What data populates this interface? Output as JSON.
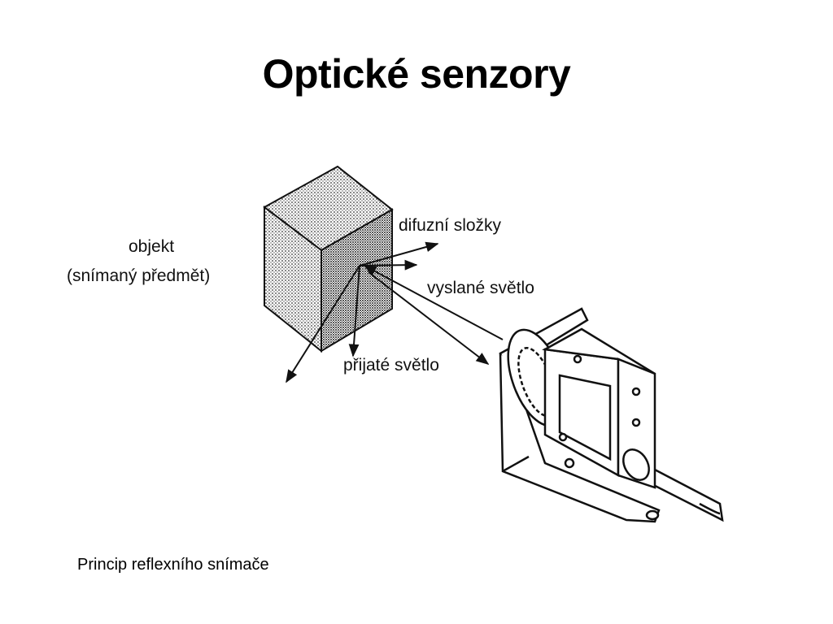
{
  "slide": {
    "title": "Optické senzory",
    "caption": "Princip reflexního snímače"
  },
  "diagram": {
    "labels": {
      "object_line1": "objekt",
      "object_line2": "(snímaný předmět)",
      "diffuse": "difuzní složky",
      "emitted": "vyslané světlo",
      "received": "přijaté světlo"
    },
    "colors": {
      "ink": "#111111",
      "background": "#ffffff"
    }
  }
}
